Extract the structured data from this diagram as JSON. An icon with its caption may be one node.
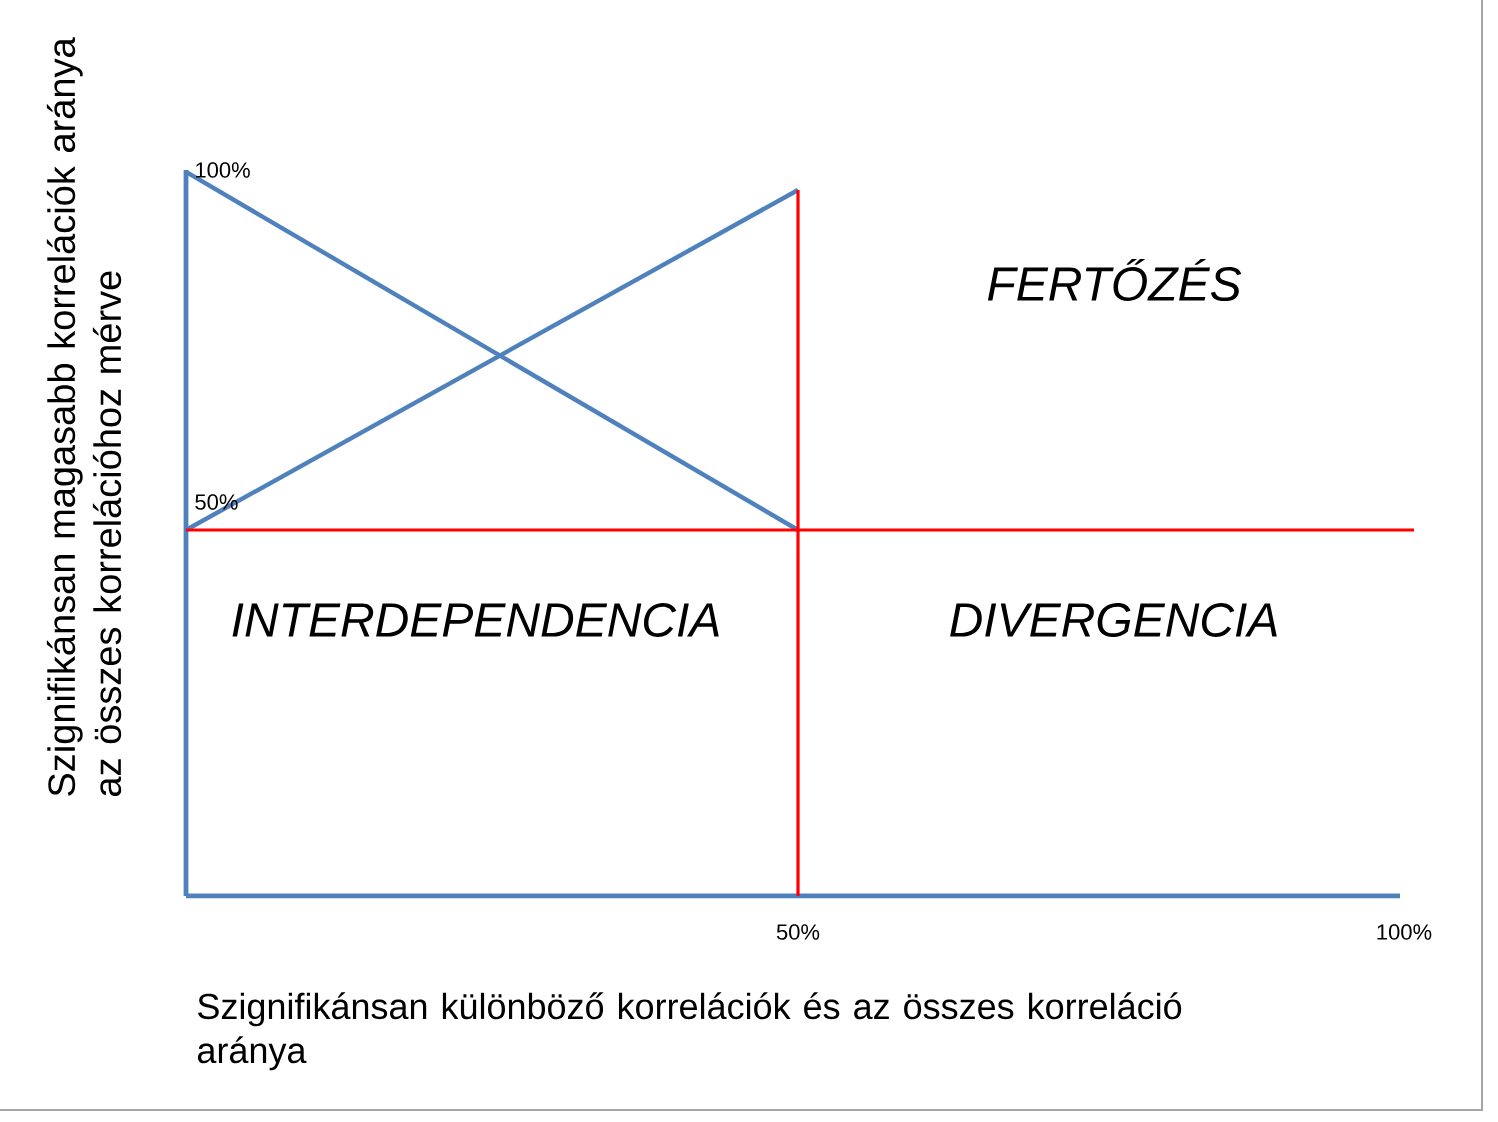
{
  "diagram": {
    "labels": [
      "Szignifikánsan magasabb korrelációk aránya az összes korrelációhoz mérve",
      "100%",
      "FERTŐZÉS",
      "50%",
      "INTERDEPENDENCIA",
      "DIVERGENCIA",
      "50%",
      "100%",
      "Szignifikánsan különböző korrelációk és az összes korreláció aránya"
    ]
  }
}
